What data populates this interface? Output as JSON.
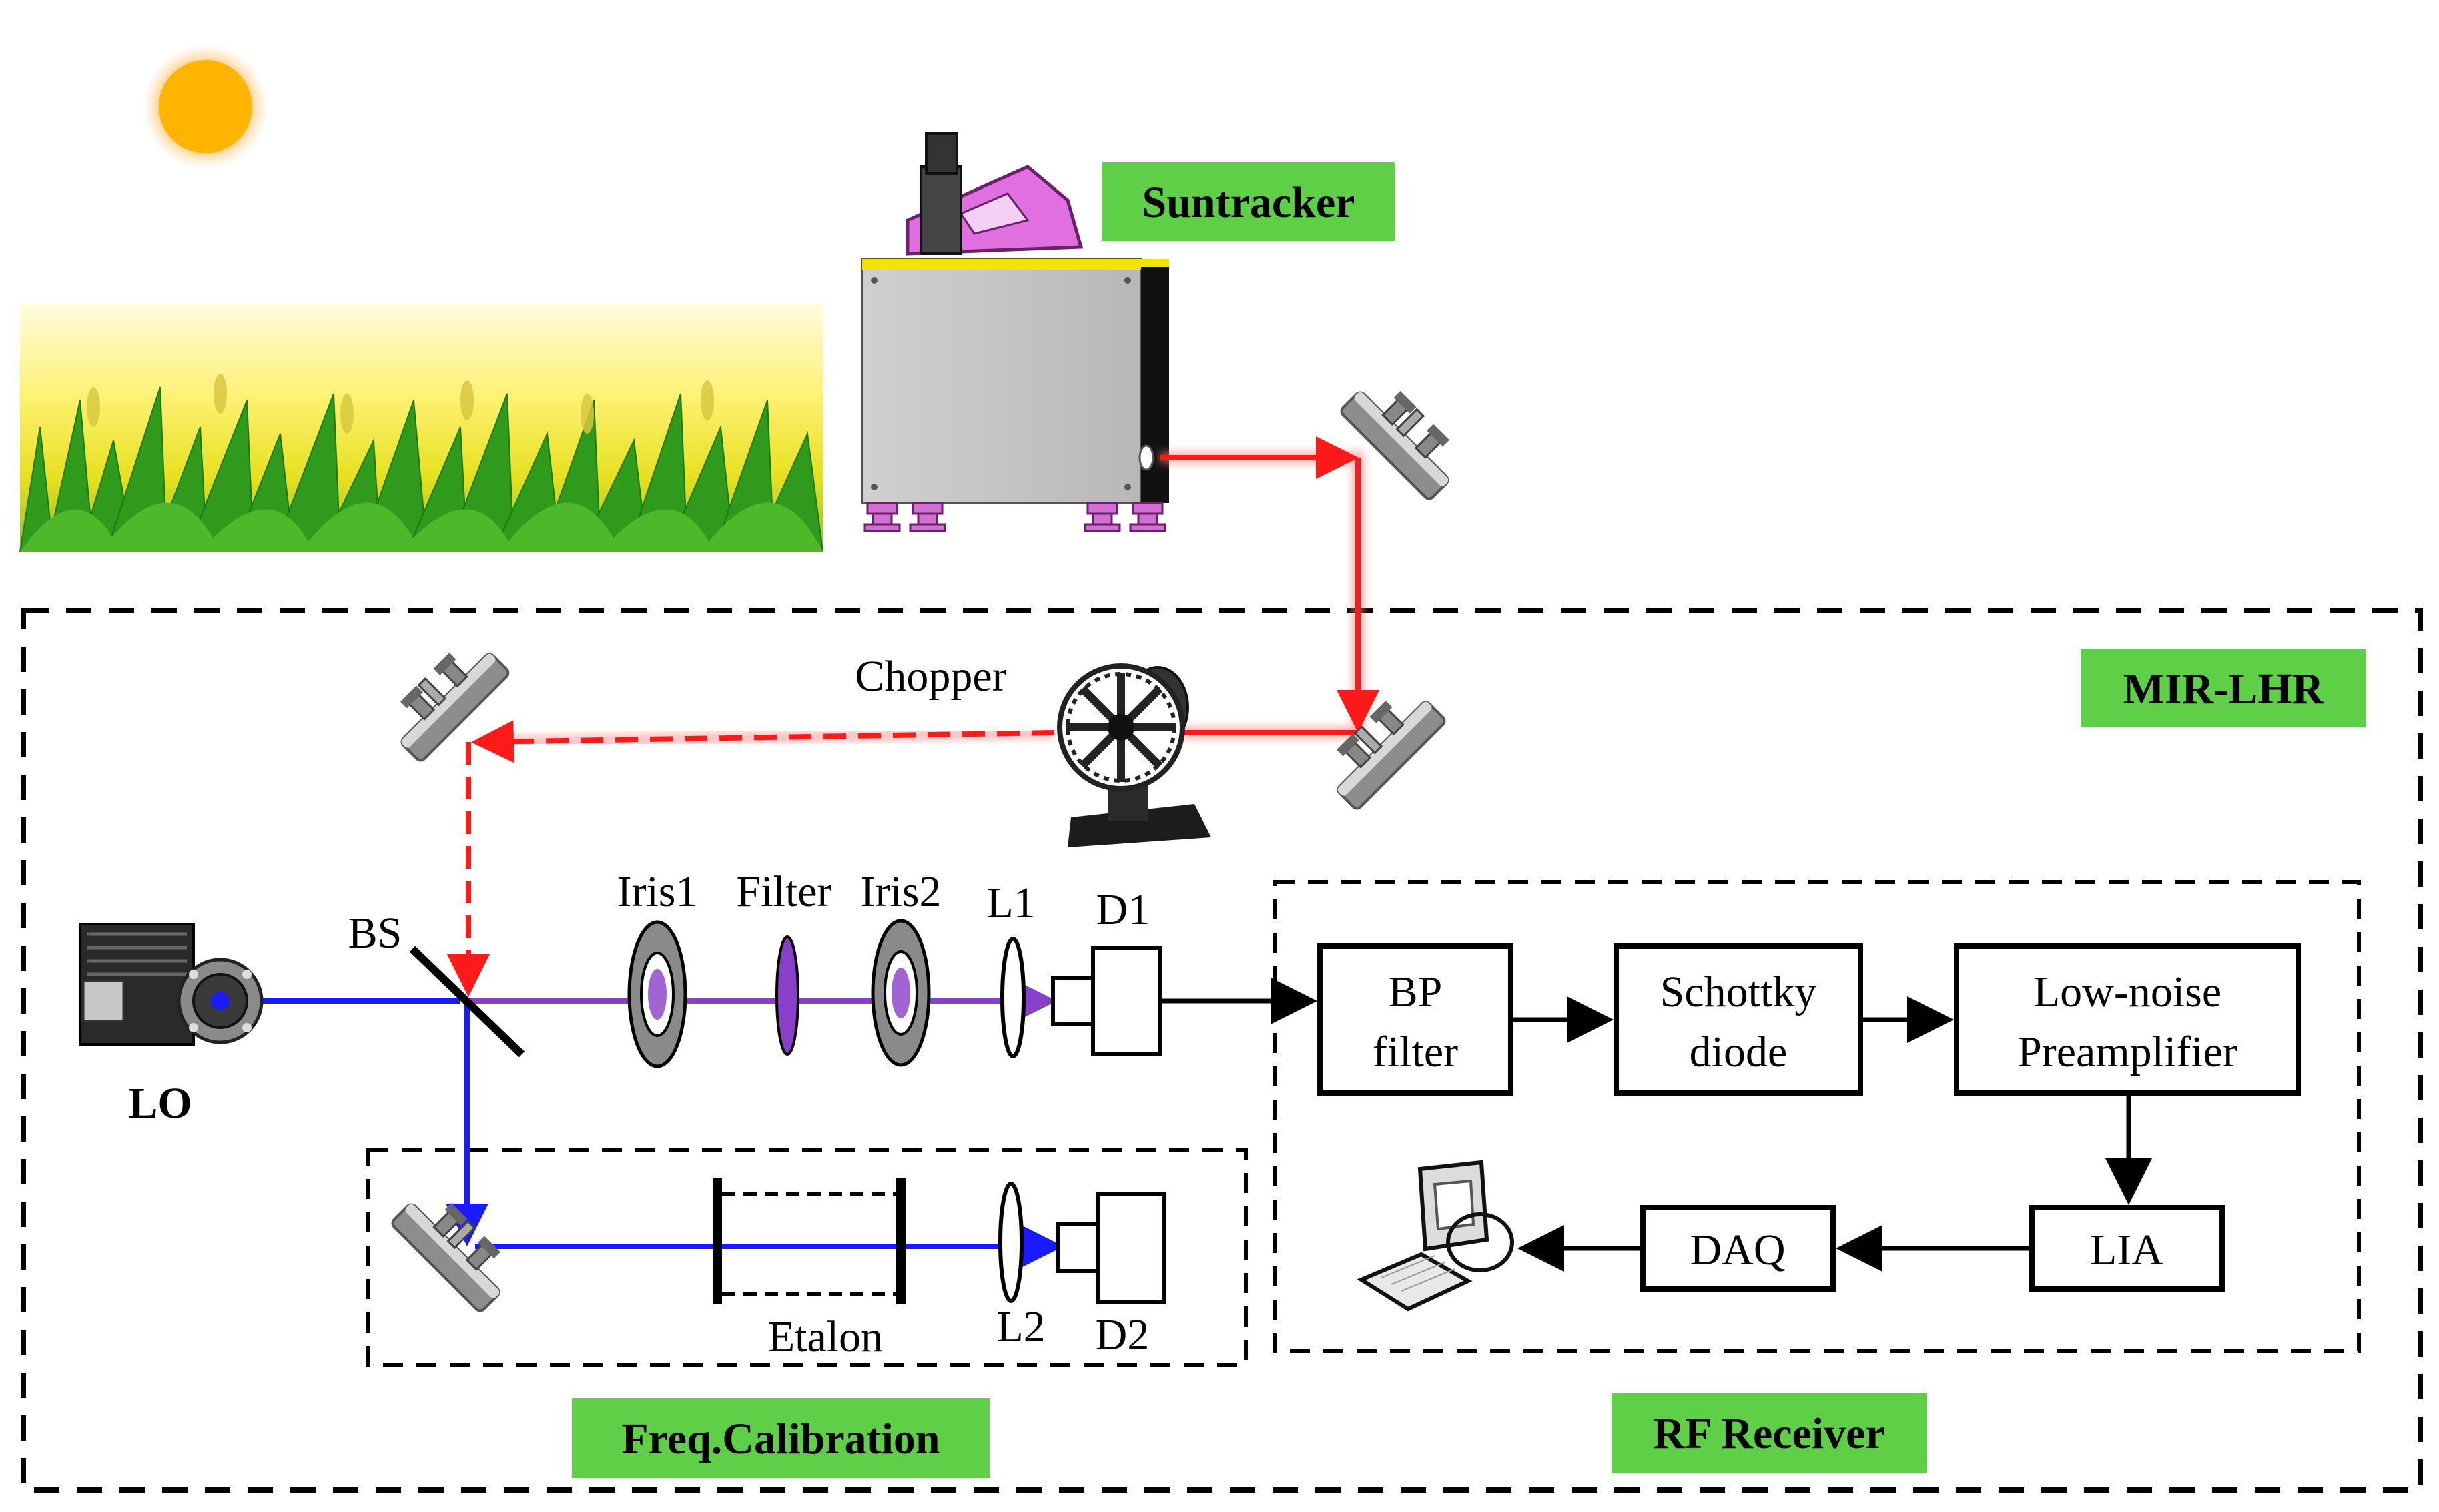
{
  "labels": {
    "suntracker": "Suntracker",
    "mir_lhr": "MIR-LHR",
    "freq_calibration": "Freq.Calibration",
    "rf_receiver": "RF Receiver",
    "chopper": "Chopper",
    "lo": "LO",
    "bs": "BS",
    "iris1": "Iris1",
    "filter": "Filter",
    "iris2": "Iris2",
    "l1": "L1",
    "d1": "D1",
    "l2": "L2",
    "d2": "D2",
    "etalon": "Etalon"
  },
  "blocks": {
    "bp_filter": [
      "BP",
      "filter"
    ],
    "schottky": [
      "Schottky",
      "diode"
    ],
    "preamp": [
      "Low-noise",
      "Preamplifier"
    ],
    "lia": "LIA",
    "daq": "DAQ"
  },
  "colors": {
    "label_bg": "#5fcf48",
    "sun": "#ffb400",
    "solar_beam": "#ff1a1a",
    "lo_beam": "#1a1aff",
    "combined_beam": "#8a3fc8",
    "grass": "#2f9a1c"
  }
}
